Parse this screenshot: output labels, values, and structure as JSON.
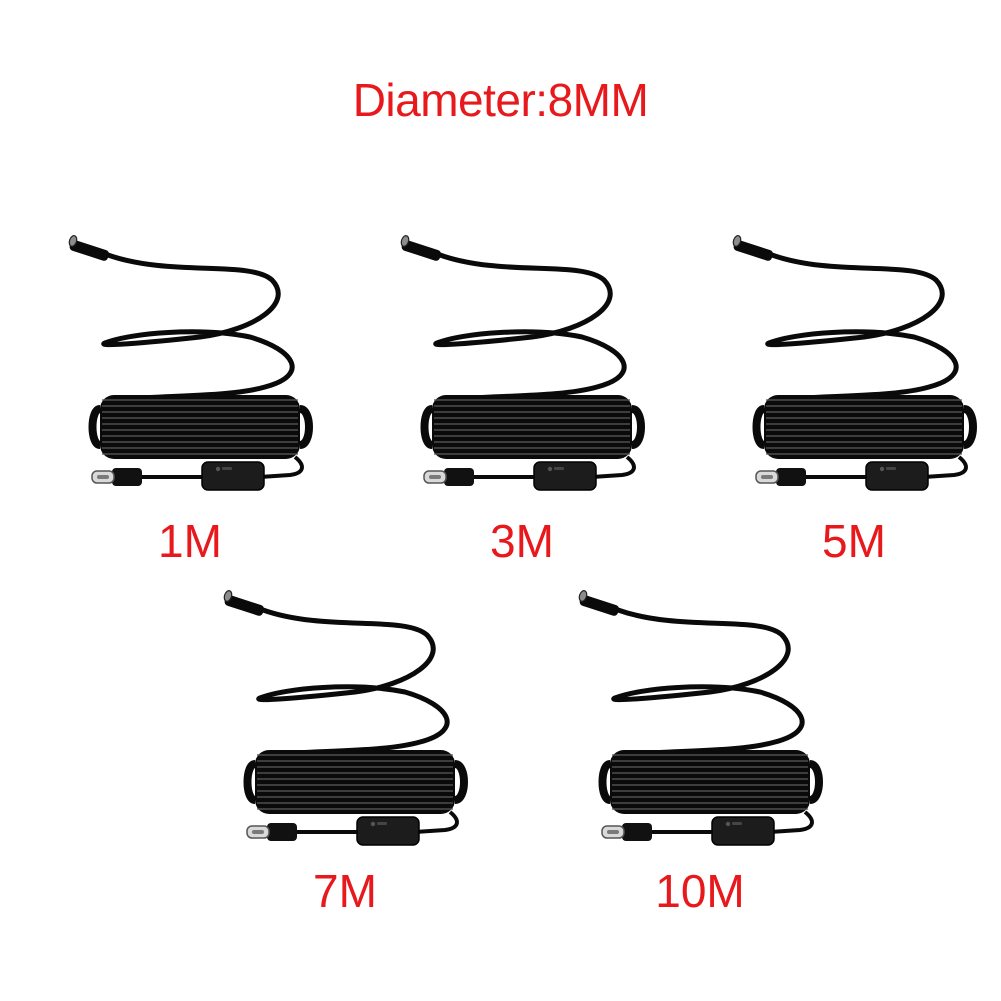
{
  "title": "Diameter:8MM",
  "products": [
    {
      "length_label": "1M",
      "image": "endoscope-cable-image"
    },
    {
      "length_label": "3M",
      "image": "endoscope-cable-image"
    },
    {
      "length_label": "5M",
      "image": "endoscope-cable-image"
    },
    {
      "length_label": "7M",
      "image": "endoscope-cable-image"
    },
    {
      "length_label": "10M",
      "image": "endoscope-cable-image"
    }
  ],
  "colors": {
    "label_red": "#e8191c",
    "cable_black": "#0a0a0a",
    "background": "#ffffff"
  }
}
